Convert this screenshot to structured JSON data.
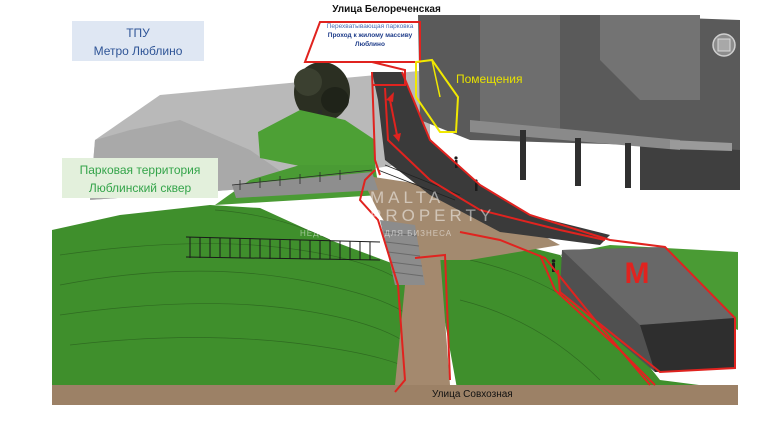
{
  "labels": {
    "top_street": "Улица  Белореченская",
    "tpu_line1": "ТПУ",
    "tpu_line2": "Метро Люблино",
    "callout_line1": "Перехватывающая парковка",
    "callout_line2": "Проход к жилому массиву",
    "callout_line3": "Люблино",
    "rooms": "Помещения",
    "park_line1": "Парковая территория",
    "park_line2": "Люблинский сквер",
    "bottom_street": "Улица Совхозная",
    "metro_symbol": "М"
  },
  "watermark": {
    "line1": "MALTA",
    "line2": "PROPERTY",
    "line3": "НЕДВИЖИМОСТЬ ДЛЯ БИЗНЕСА"
  },
  "colors": {
    "outline_red": "#e0231f",
    "rooms_yellow": "#f0e800",
    "grass": "#3f8f2c",
    "grass_light": "#4da035",
    "path_sand": "#a4896e",
    "asphalt": "#3a3a3a",
    "building_dark": "#4d4d4d",
    "building_light": "#7d7d7d",
    "metro_red": "#e0231f"
  },
  "icons": [
    "metro-logo-icon",
    "compass-icon"
  ]
}
